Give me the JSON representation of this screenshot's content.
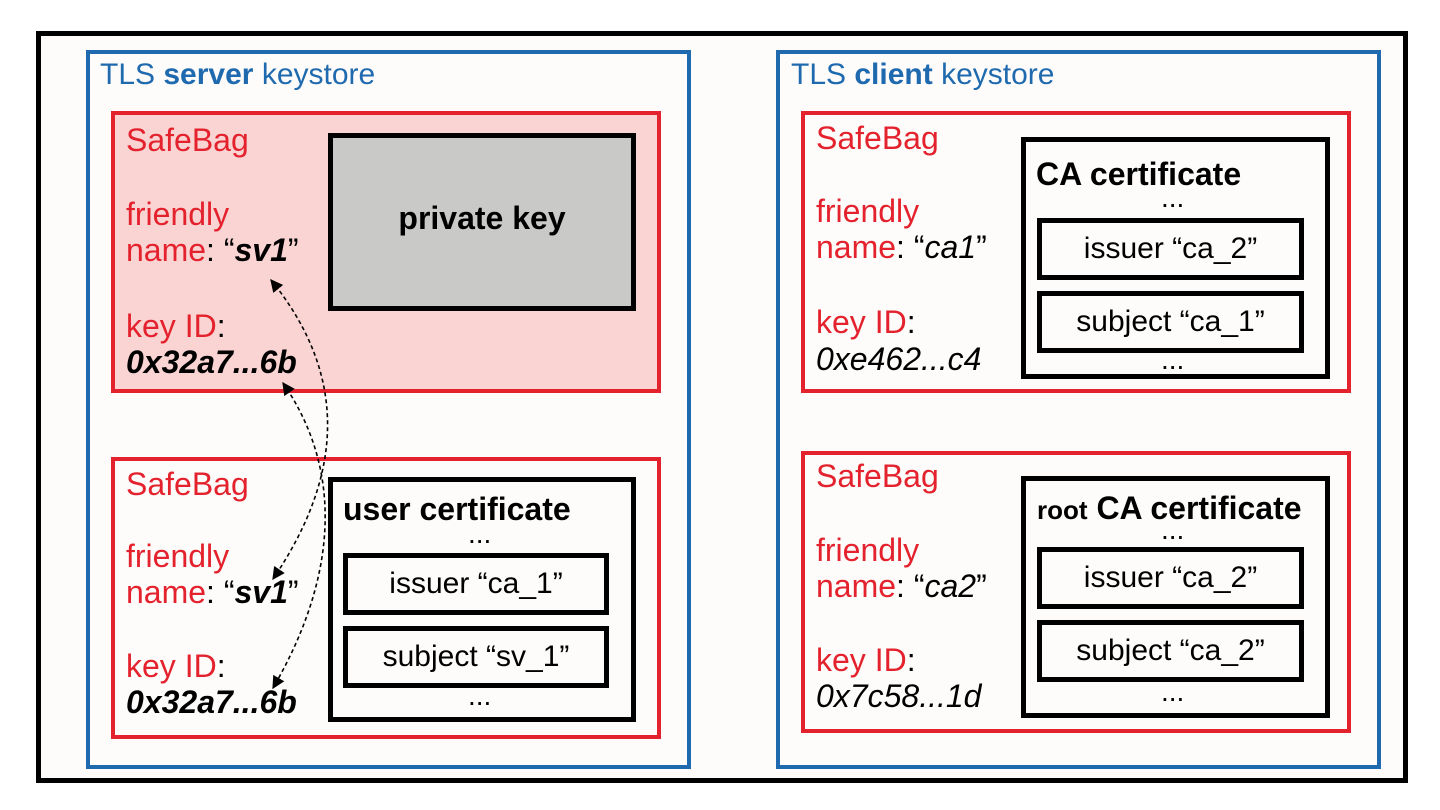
{
  "server": {
    "title_prefix": "TLS",
    "title_bold": "server",
    "title_suffix": "keystore",
    "bag1": {
      "label": "SafeBag",
      "fn_label_1": "friendly",
      "fn_label_2": "name",
      "colon": ":",
      "open_quote": " “",
      "fn_value": "sv1",
      "close_quote": "”",
      "keyid_label": "key ID",
      "keyid_value": "0x32a7...6b",
      "content_title": "private key"
    },
    "bag2": {
      "label": "SafeBag",
      "fn_label_1": "friendly",
      "fn_label_2": "name",
      "colon": ":",
      "open_quote": " “",
      "fn_value": "sv1",
      "close_quote": "”",
      "keyid_label": "key ID",
      "keyid_value": "0x32a7...6b",
      "content_title": "user certificate",
      "dots_top": "...",
      "issuer": "issuer “ca_1”",
      "subject": "subject “sv_1”",
      "dots_bottom": "..."
    }
  },
  "client": {
    "title_prefix": "TLS",
    "title_bold": "client",
    "title_suffix": "keystore",
    "bag1": {
      "label": "SafeBag",
      "fn_label_1": "friendly",
      "fn_label_2": "name",
      "colon": ":",
      "open_quote": " “",
      "fn_value": "ca1",
      "close_quote": "”",
      "keyid_label": "key ID",
      "keyid_value": "0xe462...c4",
      "content_title": "CA certificate",
      "dots_top": "...",
      "issuer": "issuer “ca_2”",
      "subject": "subject “ca_1”",
      "dots_bottom": "..."
    },
    "bag2": {
      "label": "SafeBag",
      "fn_label_1": "friendly",
      "fn_label_2": "name",
      "colon": ":",
      "open_quote": " “",
      "fn_value": "ca2",
      "close_quote": "”",
      "keyid_label": "key ID",
      "keyid_value": "0x7c58...1d",
      "content_title_small": "root",
      "content_title": "CA certificate",
      "dots_top": "...",
      "issuer": "issuer “ca_2”",
      "subject": "subject “ca_2”",
      "dots_bottom": "..."
    }
  },
  "colors": {
    "keystore_border": "#1f6aae",
    "safebag_border": "#e4222e",
    "private_key_bag_fill": "#f9d4d2",
    "private_key_fill": "#c9cac8"
  }
}
